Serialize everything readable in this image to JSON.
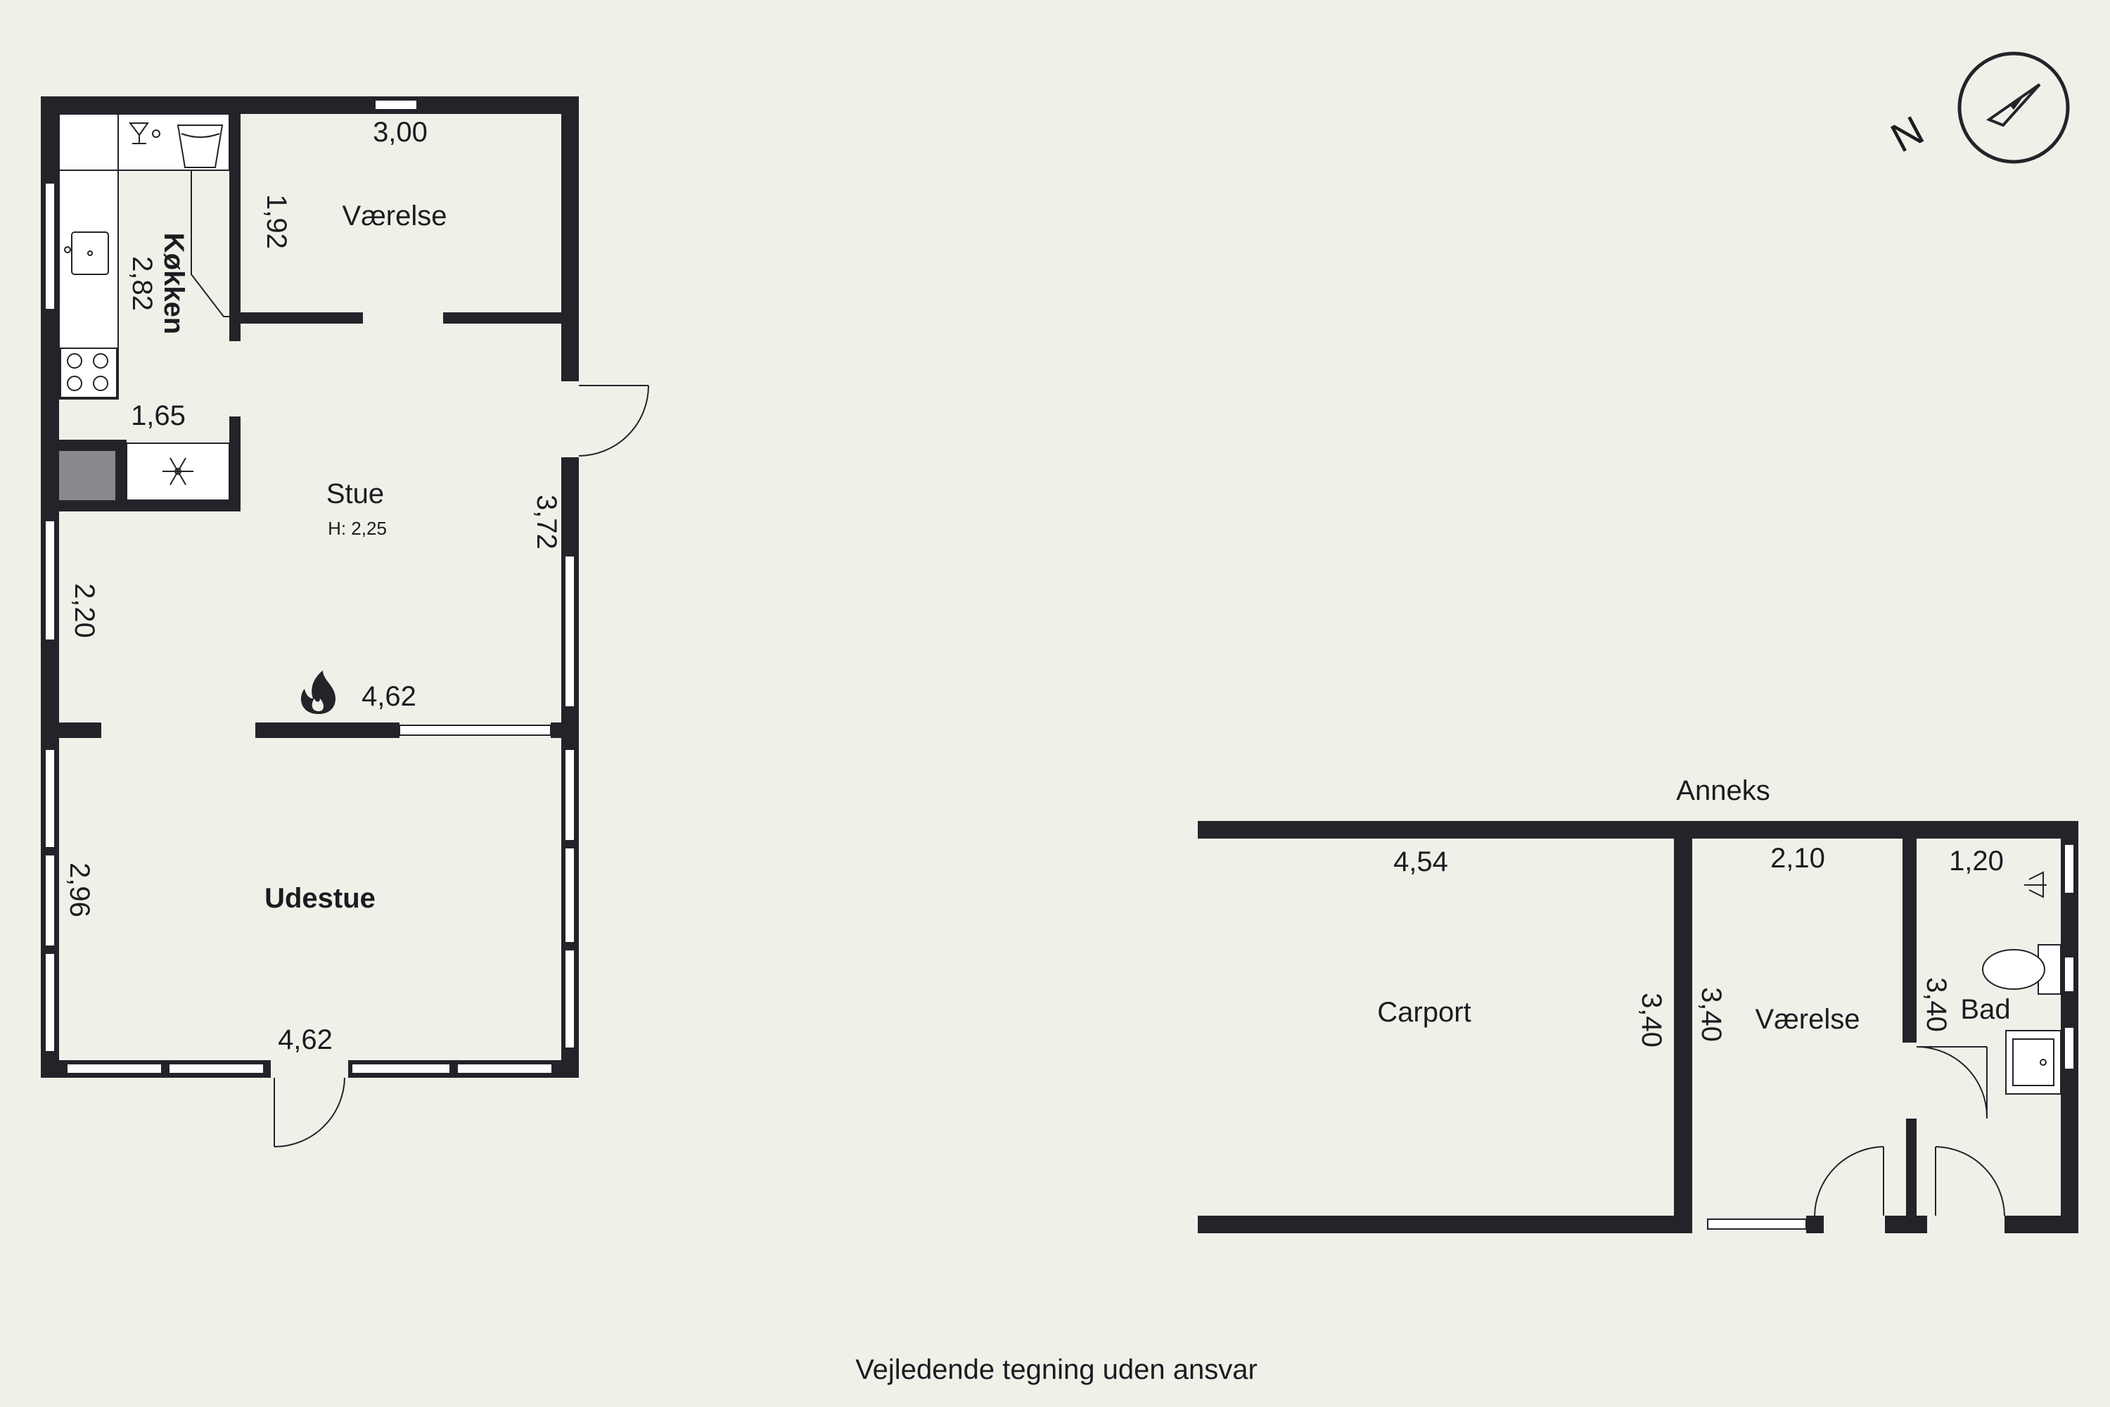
{
  "main_building": {
    "rooms": {
      "vaerelse": "Værelse",
      "koekken": "Køkken",
      "stue": "Stue",
      "stue_height": "H: 2,25",
      "udestue": "Udestue"
    },
    "dimensions": {
      "vaerelse_width": "3,00",
      "vaerelse_depth": "1,92",
      "koekken_length": "2,82",
      "koekken_width": "1,65",
      "stue_depth": "3,72",
      "stue_left": "2,20",
      "stue_width": "4,62",
      "udestue_depth": "2,96",
      "udestue_width": "4,62"
    }
  },
  "annex": {
    "title": "Anneks",
    "rooms": {
      "carport": "Carport",
      "vaerelse": "Værelse",
      "bad": "Bad"
    },
    "dimensions": {
      "carport_width": "4,54",
      "carport_depth": "3,40",
      "vaerelse_width": "2,10",
      "vaerelse_depth": "3,40",
      "bad_width": "1,20",
      "bad_depth": "3,40"
    }
  },
  "compass": {
    "label": "N",
    "icon": "compass-icon"
  },
  "footer": {
    "disclaimer": "Vejledende tegning uden ansvar"
  },
  "colors": {
    "background": "#f1f0e8",
    "wall": "#24232a",
    "cabinet": "#8a888f"
  }
}
